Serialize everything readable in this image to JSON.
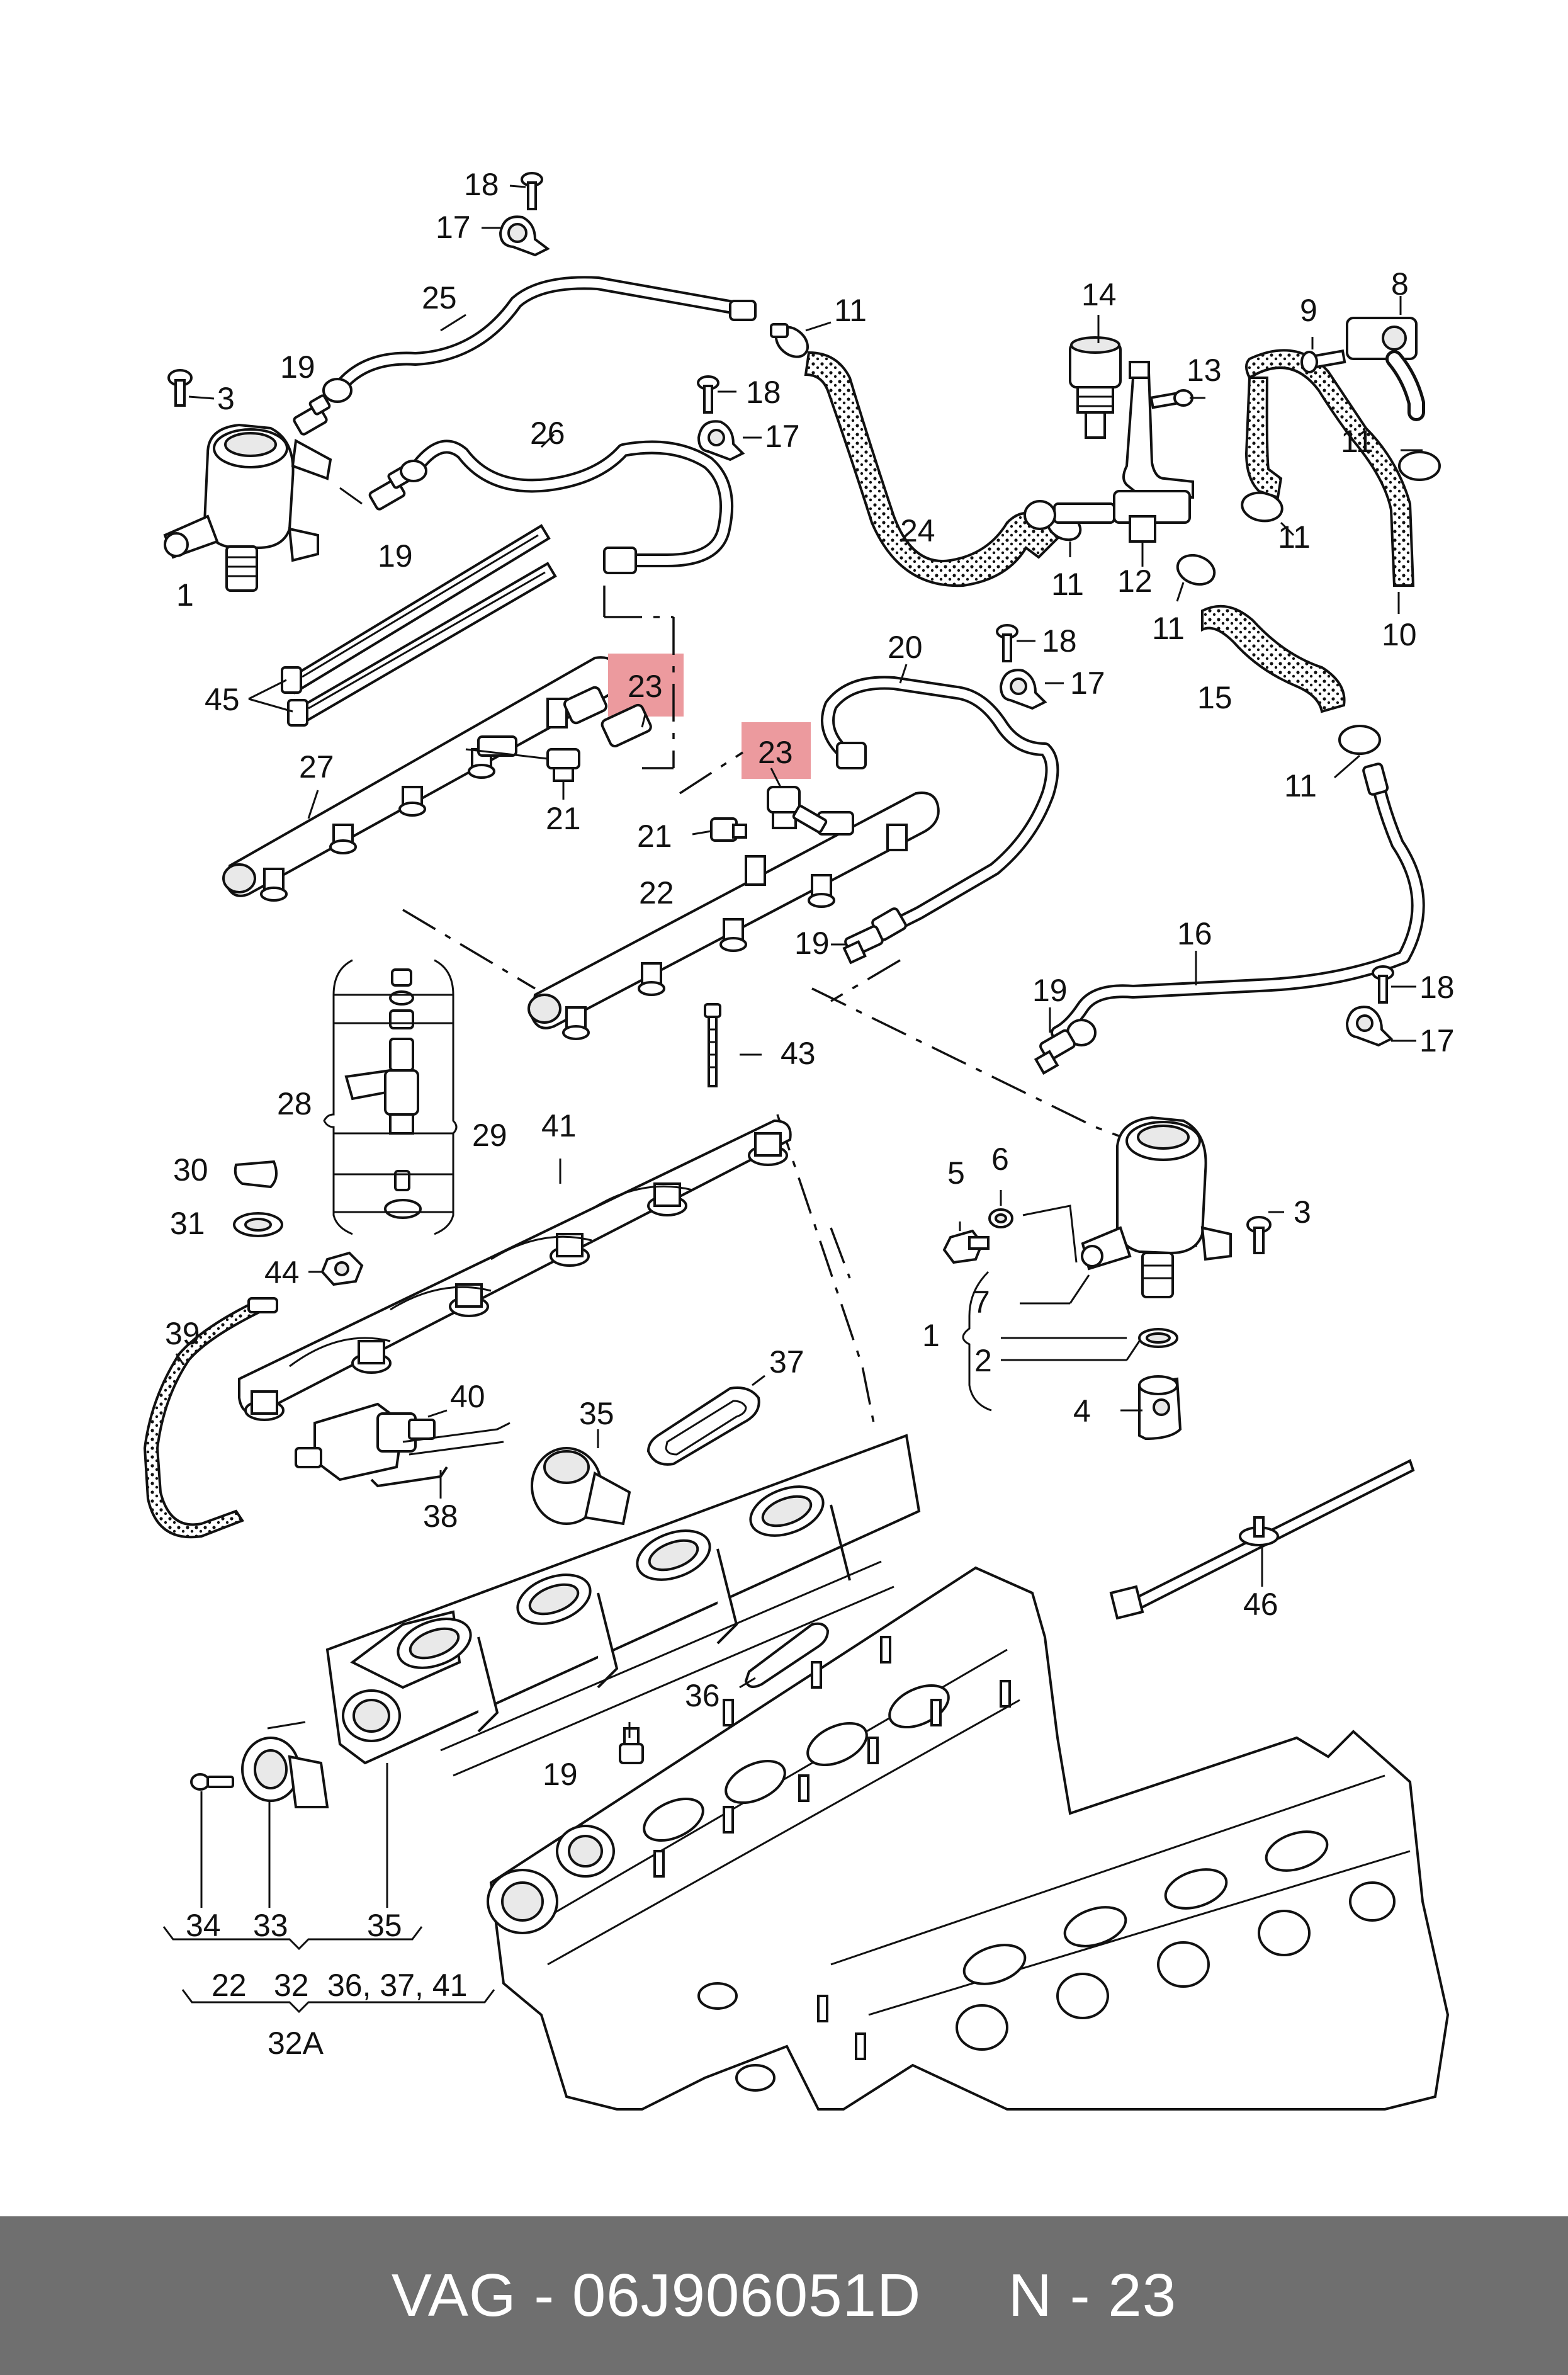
{
  "labels": {
    "l18a": "18",
    "l17a": "17",
    "l25": "25",
    "l11a": "11",
    "l14": "14",
    "l13": "13",
    "l9": "9",
    "l8": "8",
    "l3a": "3",
    "l19a": "19",
    "l18b": "18",
    "l17b": "17",
    "l26": "26",
    "l11b": "11",
    "l19b": "19",
    "l1a": "1",
    "l24": "24",
    "l11c": "11",
    "l12": "12",
    "l11d": "11",
    "l10": "10",
    "l11e": "11",
    "l45": "45",
    "l23a": "23",
    "l18c": "18",
    "l17c": "17",
    "l20": "20",
    "l15": "15",
    "l23b": "23",
    "l27": "27",
    "l21a": "21",
    "l21b": "21",
    "l11f": "11",
    "l22": "22",
    "l19c": "19",
    "l16": "16",
    "l18d": "18",
    "l19d": "19",
    "l43": "43",
    "l17d": "17",
    "l28": "28",
    "l29": "29",
    "l41": "41",
    "l30": "30",
    "l31": "31",
    "l5": "5",
    "l6": "6",
    "l3b": "3",
    "l44": "44",
    "l7": "7",
    "l1b": "1",
    "l2": "2",
    "l39": "39",
    "l37": "37",
    "l4": "4",
    "l40": "40",
    "l35a": "35",
    "l38": "38",
    "l46": "46",
    "l36": "36",
    "l19e": "19",
    "l34": "34",
    "l33": "33",
    "l35b": "35",
    "l22b": "22",
    "l32": "32",
    "l36_37_41": "36, 37, 41",
    "l32A": "32A"
  },
  "highlight_color": "#ec9a9e",
  "footer": {
    "text": "VAG - 06J906051D     N - 23",
    "background": "#6f6f6f",
    "color": "#ffffff"
  }
}
